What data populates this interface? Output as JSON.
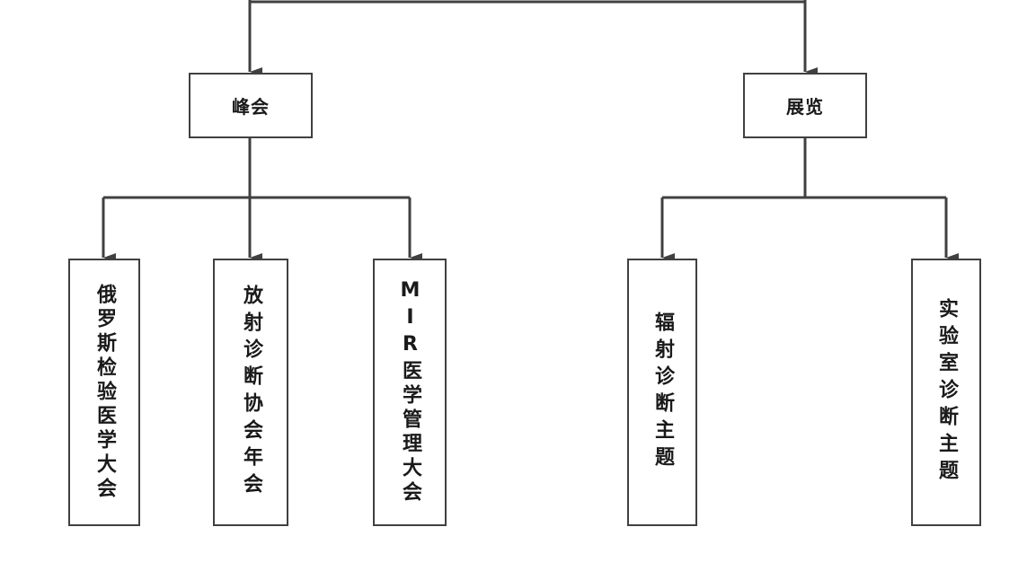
{
  "nodes": {
    "summit": {
      "label": "峰会"
    },
    "exhibition": {
      "label": "展览"
    },
    "summit_children": [
      {
        "label": "俄罗斯检验医学大会"
      },
      {
        "label": "放射诊断协会年会"
      },
      {
        "label": "MIR医学管理大会"
      }
    ],
    "exhibition_children": [
      {
        "label": "辐射诊断主题"
      },
      {
        "label": "实验室诊断主题"
      }
    ]
  },
  "colors": {
    "line": "#404040",
    "text": "#1a1a1a",
    "background": "#ffffff"
  }
}
